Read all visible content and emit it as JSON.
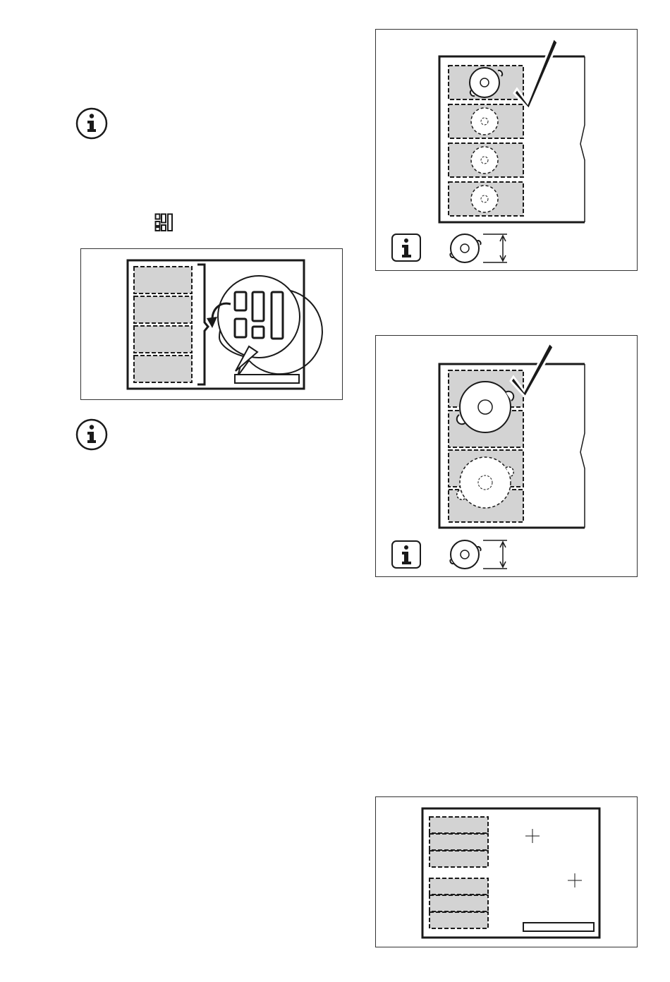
{
  "page": {
    "background": "#ffffff",
    "colors": {
      "line": "#1a1a1a",
      "zone_fill": "#d3d3d3",
      "frame": "#333333"
    }
  },
  "left_column": {
    "info_icons": [
      "info-icon",
      "info-icon"
    ],
    "inline_icon": "bridge-zones-icon"
  },
  "figures": {
    "bridge_selector": {
      "icon": "bridge-zones-icon",
      "zones": 4,
      "callout_icons": [
        "zone-small-icon",
        "zone-tall-icon",
        "zone-large-icon",
        "zone-small-icon",
        "zone-tiny-icon"
      ]
    },
    "single_pot_position": {
      "icons": [
        "check-mark-icon",
        "info-icon",
        "pot-diameter-icon"
      ],
      "zones": 4,
      "pot_size": "small"
    },
    "large_pot_position": {
      "icons": [
        "check-mark-icon",
        "info-icon",
        "pot-diameter-icon"
      ],
      "zones": 4,
      "pot_size": "large"
    },
    "hob_layout": {
      "icons": [
        "crosshair-icon",
        "crosshair-icon"
      ],
      "zones": 6
    }
  }
}
